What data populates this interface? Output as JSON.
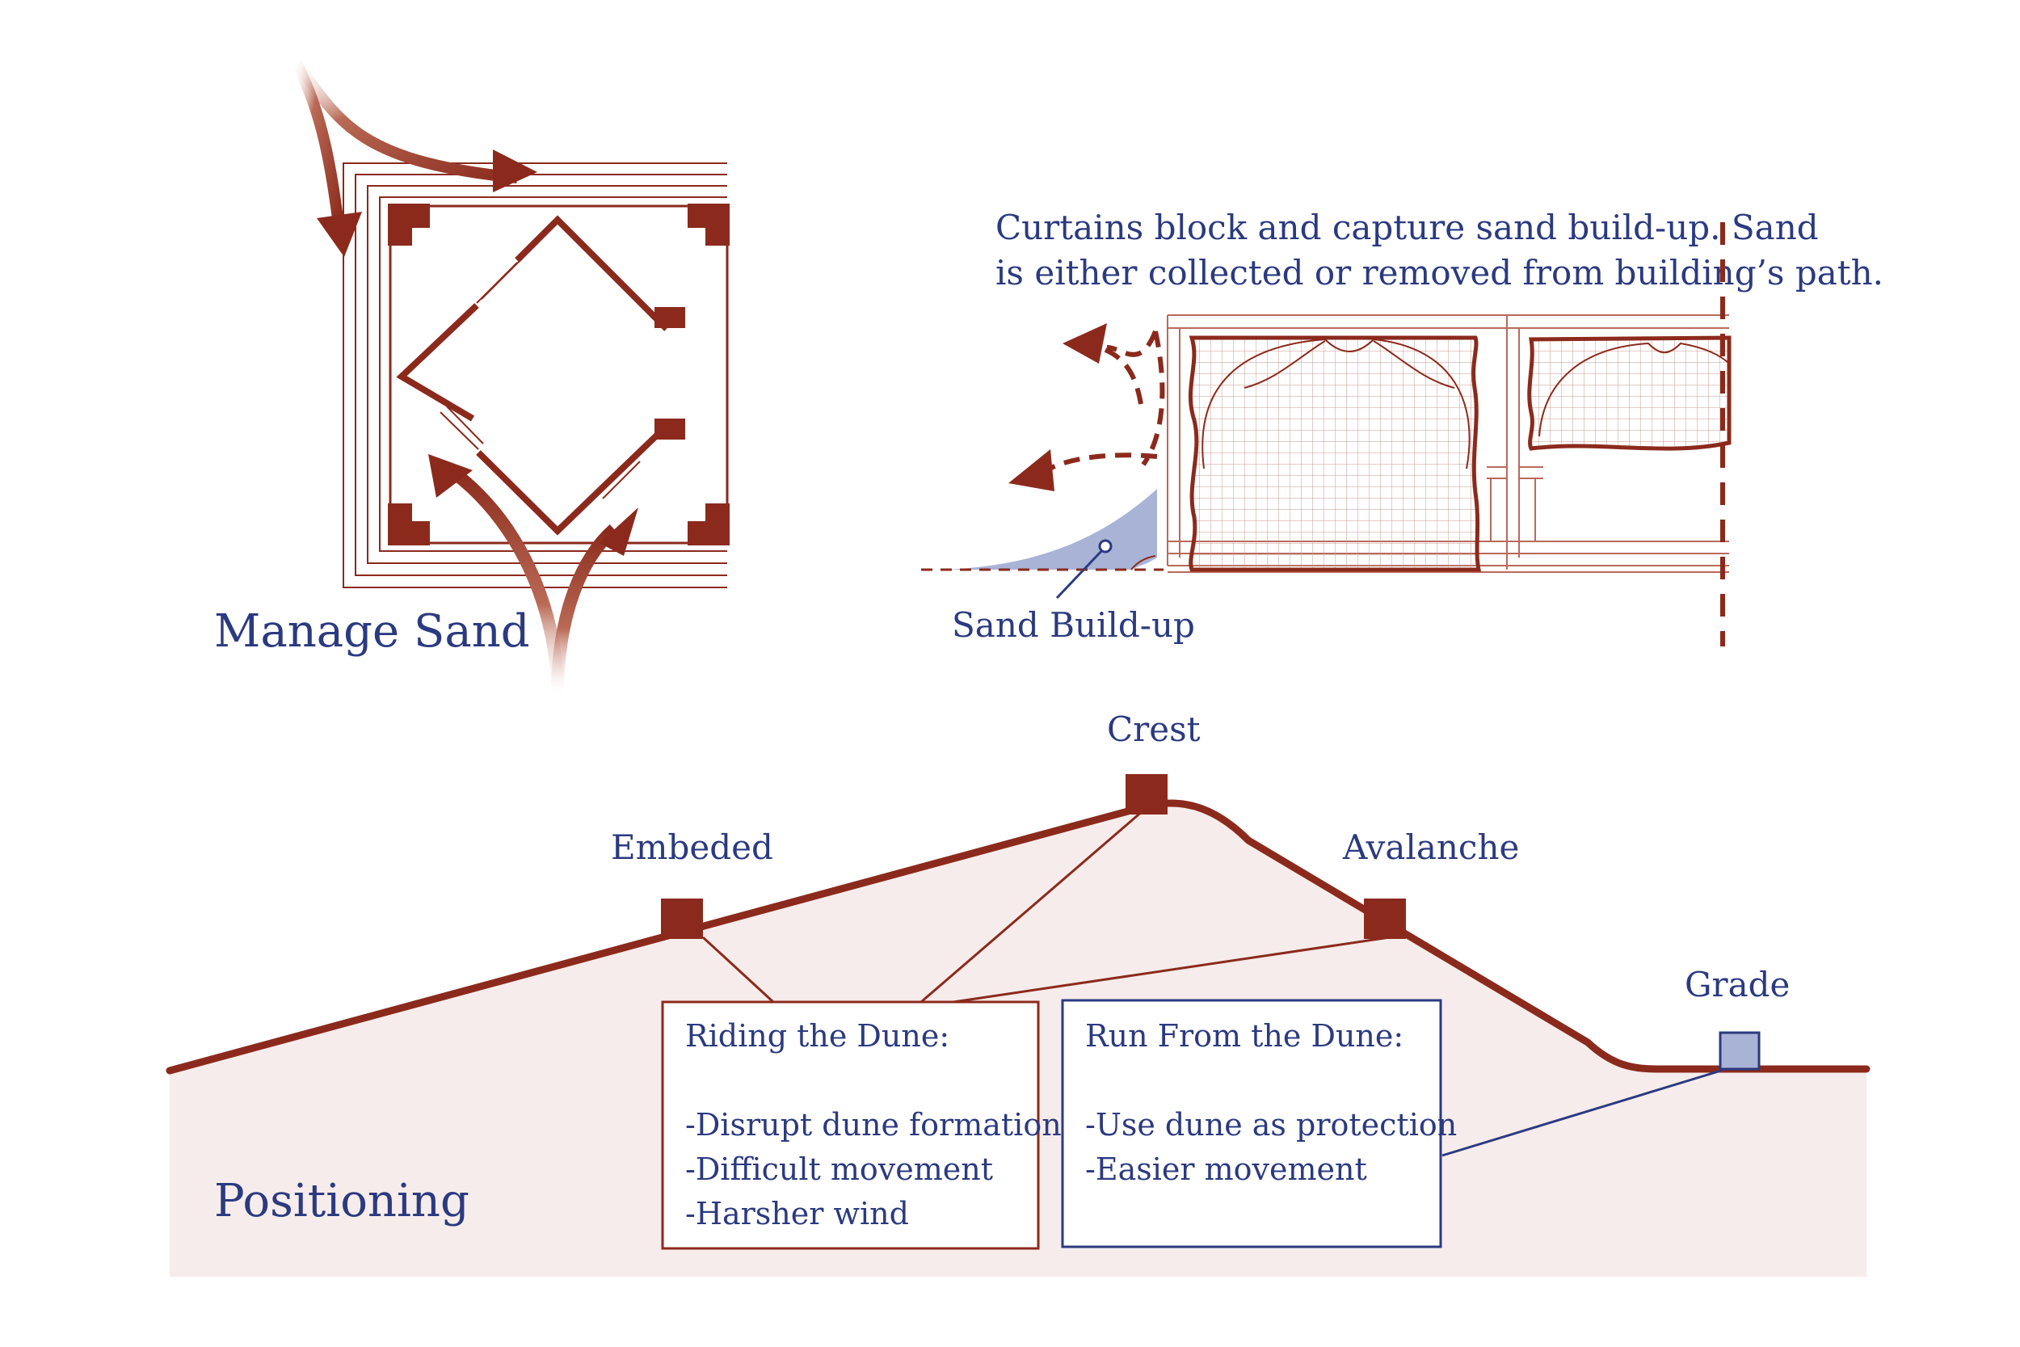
{
  "colors": {
    "rust": "#8b2a1c",
    "navy": "#2b3a80",
    "dune_fill": "#f6eceb",
    "sand_fill": "#a9b3d6"
  },
  "manage_sand": {
    "title": "Manage Sand"
  },
  "curtains": {
    "caption_line1": "Curtains block and capture sand build-up. Sand",
    "caption_line2": "is either collected or removed from building’s path.",
    "sand_label": "Sand Build-up"
  },
  "positioning": {
    "title": "Positioning",
    "labels": {
      "crest": "Crest",
      "embeded": "Embeded",
      "avalanche": "Avalanche",
      "grade": "Grade"
    },
    "riding_box": {
      "title": "Riding the Dune:",
      "items": [
        "-Disrupt dune formation",
        "-Difficult movement",
        "-Harsher wind"
      ]
    },
    "run_box": {
      "title": "Run From the Dune:",
      "items": [
        "-Use dune as protection",
        "-Easier movement"
      ]
    }
  }
}
